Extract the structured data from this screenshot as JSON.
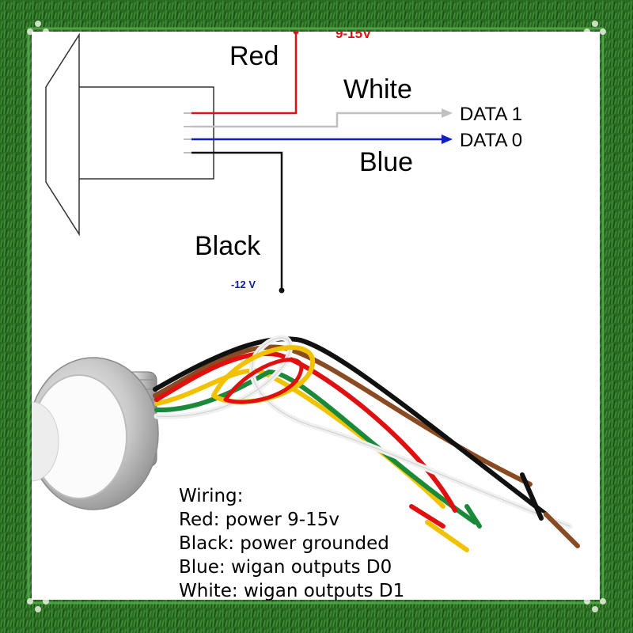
{
  "diagram": {
    "wire_labels": {
      "red": "Red",
      "white": "White",
      "blue": "Blue",
      "black": "Black"
    },
    "voltages": {
      "positive": "9-15V",
      "negative": "-12 V"
    },
    "outputs": {
      "data1": "DATA 1",
      "data0": "DATA 0"
    }
  },
  "notes": {
    "title": "Wiring:",
    "lines": [
      "Red: power 9-15v",
      "Black: power grounded",
      "Blue: wigan outputs D0",
      "White: wigan outputs D1"
    ]
  },
  "colors": {
    "frame_green": "#2e7d2a",
    "red_wire": "#e01010",
    "white_wire": "#c0c0c0",
    "blue_wire": "#1020c0",
    "black_wire": "#111111",
    "yellow_wire": "#f2c200",
    "green_wire": "#1a8a3a",
    "brown_wire": "#8a4a22",
    "voltage_text_red": "#e01010",
    "voltage_text_blue": "#1020a0"
  }
}
